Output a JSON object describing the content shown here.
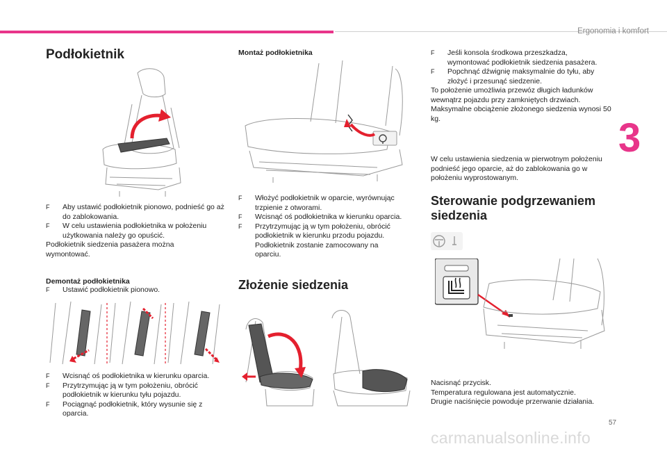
{
  "header": {
    "section_title": "Ergonomia i komfort",
    "chapter_number": "3",
    "page_number": "57"
  },
  "watermark": "carmanualsonline.info",
  "armrest": {
    "heading": "Podłokietnik",
    "bullet_marker": "F",
    "adjust": [
      "Aby ustawić podłokietnik pionowo, podnieść go aż do zablokowania.",
      "W celu ustawienia podłokietnika w położeniu użytkowania należy go opuścić."
    ],
    "note": "Podłokietnik siedzenia pasażera można wymontować.",
    "removal_title": "Demontaż podłokietnika",
    "removal_steps": [
      "Ustawić podłokietnik pionowo."
    ],
    "removal_steps_2": [
      "Wcisnąć oś podłokietnika w kierunku oparcia.",
      "Przytrzymując ją w tym położeniu, obrócić podłokietnik w kierunku tyłu pojazdu.",
      "Pociągnąć podłokietnik, który wysunie się z oparcia."
    ],
    "mount_title": "Montaż podłokietnika",
    "mount_steps": [
      "Włożyć podłokietnik w oparcie, wyrównując trzpienie z otworami.",
      "Wcisnąć oś podłokietnika w kierunku oparcia.",
      "Przytrzymując ją w tym położeniu, obrócić podłokietnik w kierunku przodu pojazdu."
    ],
    "mount_note": "Podłokietnik zostanie zamocowany na oparciu."
  },
  "folding": {
    "heading": "Złożenie siedzenia",
    "steps": [
      "Jeśli konsola środkowa przeszkadza, wymontować podłokietnik siedzenia pasażera.",
      "Popchnąć dźwignię maksymalnie do tyłu, aby złożyć i przesunąć siedzenie."
    ],
    "note": "To położenie umożliwia przewóz długich ładunków wewnątrz pojazdu przy zamkniętych drzwiach.",
    "max_load": "Maksymalne obciążenie złożonego siedzenia wynosi 50 kg.",
    "restore": "W celu ustawienia siedzenia w pierwotnym położeniu podnieść jego oparcie, aż do zablokowania go w położeniu wyprostowanym."
  },
  "heated_seat": {
    "heading": "Sterowanie podgrzewaniem siedzenia",
    "text": "Nacisnąć przycisk.\nTemperatura regulowana jest automatycznie.\nDrugie naciśnięcie powoduje przerwanie działania."
  },
  "colors": {
    "accent": "#e8358a",
    "arrow_red": "#e4202e",
    "line_gray": "#8a8a8a"
  }
}
